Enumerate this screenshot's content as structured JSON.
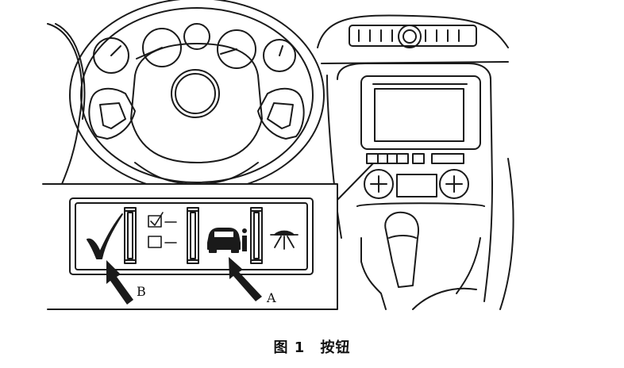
{
  "caption": {
    "figure_label": "图 1",
    "title": "按钮"
  },
  "callouts": {
    "a": "A",
    "b": "B"
  },
  "icons": {
    "button_b": "checkmark-icon",
    "button_2": "checklist-icon",
    "button_a": "car-info-icon",
    "button_4": "dome-lamp-icon"
  },
  "colors": {
    "ink": "#1a1a1a",
    "paper": "#ffffff"
  }
}
